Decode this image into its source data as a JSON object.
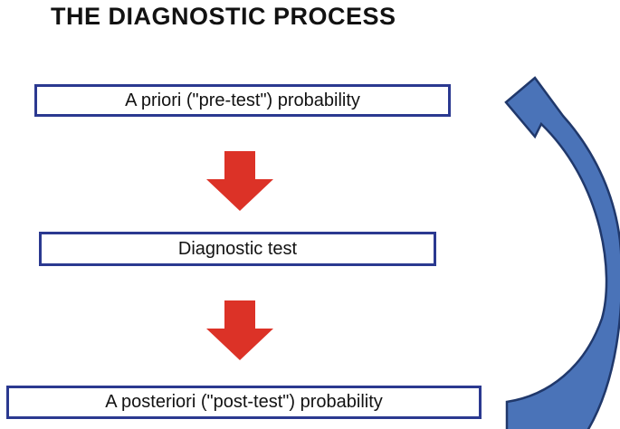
{
  "title": "THE DIAGNOSTIC PROCESS",
  "diagram": {
    "boxes": [
      {
        "label": "A priori (\"pre-test\") probability"
      },
      {
        "label": "Diagnostic test"
      },
      {
        "label": "A posteriori (\"post-test\") probability"
      }
    ],
    "arrows": [
      {
        "name": "down-arrow-1",
        "type": "block-arrow-down",
        "color": "#dc3227"
      },
      {
        "name": "down-arrow-2",
        "type": "block-arrow-down",
        "color": "#dc3227"
      },
      {
        "name": "feedback-arrow",
        "type": "curved-arrow-up-left",
        "fill": "#4a73b8",
        "stroke": "#20386b"
      }
    ],
    "colors": {
      "box_border": "#2b3990",
      "text": "#121212",
      "background": "#ffffff"
    }
  }
}
